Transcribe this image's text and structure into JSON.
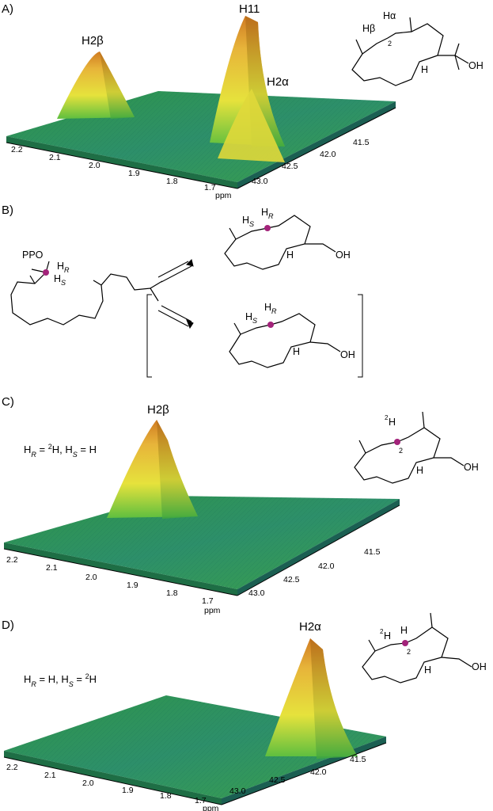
{
  "panels": [
    {
      "letter": "A)",
      "peaks": [
        "H2β",
        "H11",
        "H2α"
      ],
      "axes": {
        "h_ticks": [
          "2.2",
          "2.1",
          "2.0",
          "1.9",
          "1.8",
          "1.7",
          "ppm"
        ],
        "c_ticks": [
          "43.0",
          "42.5",
          "42.0",
          "41.5"
        ]
      },
      "structure_atoms": [
        "Hα",
        "Hβ",
        "2",
        "H",
        "OH"
      ]
    },
    {
      "letter": "B)",
      "fpp_atoms": [
        "PPO",
        "H",
        "R",
        "H",
        "S"
      ],
      "product_top_atoms": [
        "H",
        "S",
        "H",
        "R",
        "H",
        "OH"
      ],
      "product_bottom_atoms": [
        "H",
        "S",
        "H",
        "R",
        "H",
        "OH"
      ]
    },
    {
      "letter": "C)",
      "peaks": [
        "H2β"
      ],
      "condition": {
        "r": "R",
        "eq1": " = ",
        "d_sup": "2",
        "d": "H, H",
        "s": "S",
        "eq2": " = H"
      },
      "axes": {
        "h_ticks": [
          "2.2",
          "2.1",
          "2.0",
          "1.9",
          "1.8",
          "1.7",
          "ppm"
        ],
        "c_ticks": [
          "43.0",
          "42.5",
          "42.0",
          "41.5"
        ]
      },
      "structure_atoms": [
        "2",
        "H",
        "2",
        "H",
        "OH"
      ]
    },
    {
      "letter": "D)",
      "peaks": [
        "H2α"
      ],
      "condition": {
        "r": "R",
        "eq1": " = H, H",
        "s": "S",
        "eq2": " = ",
        "d_sup": "2",
        "d": "H"
      },
      "axes": {
        "h_ticks": [
          "2.2",
          "2.1",
          "2.0",
          "1.9",
          "1.8",
          "1.7",
          "ppm"
        ],
        "c_ticks": [
          "43.0",
          "42.5",
          "42.0",
          "41.5"
        ]
      },
      "structure_atoms": [
        "2",
        "H",
        "H",
        "2",
        "H",
        "OH"
      ]
    }
  ],
  "colors": {
    "surface_green": "#2f9a4a",
    "surface_teal": "#2a8a7a",
    "peak_yellow": "#e8e03a",
    "peak_orange": "#d9902a",
    "label_dot": "#a3237a"
  }
}
